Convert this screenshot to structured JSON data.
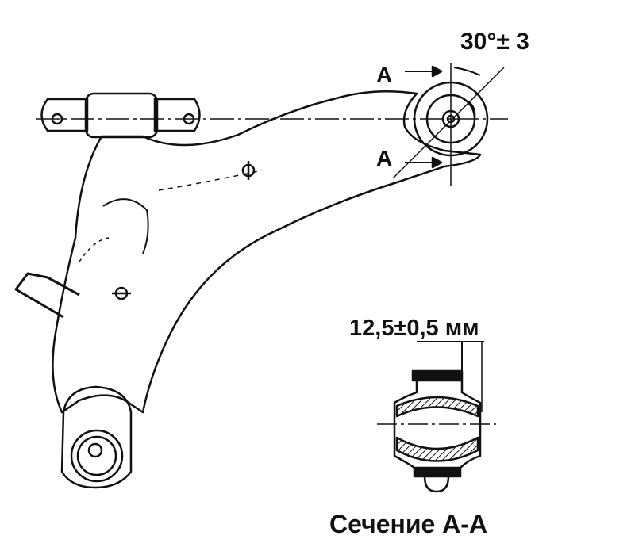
{
  "annotations": {
    "angle": "30°± 3",
    "section_mark_top": "A",
    "section_mark_bottom": "A",
    "dimension": "12,5±0,5 мм",
    "section_title": "Сечение А-А"
  },
  "colors": {
    "ink": "#111111",
    "background": "#ffffff"
  }
}
